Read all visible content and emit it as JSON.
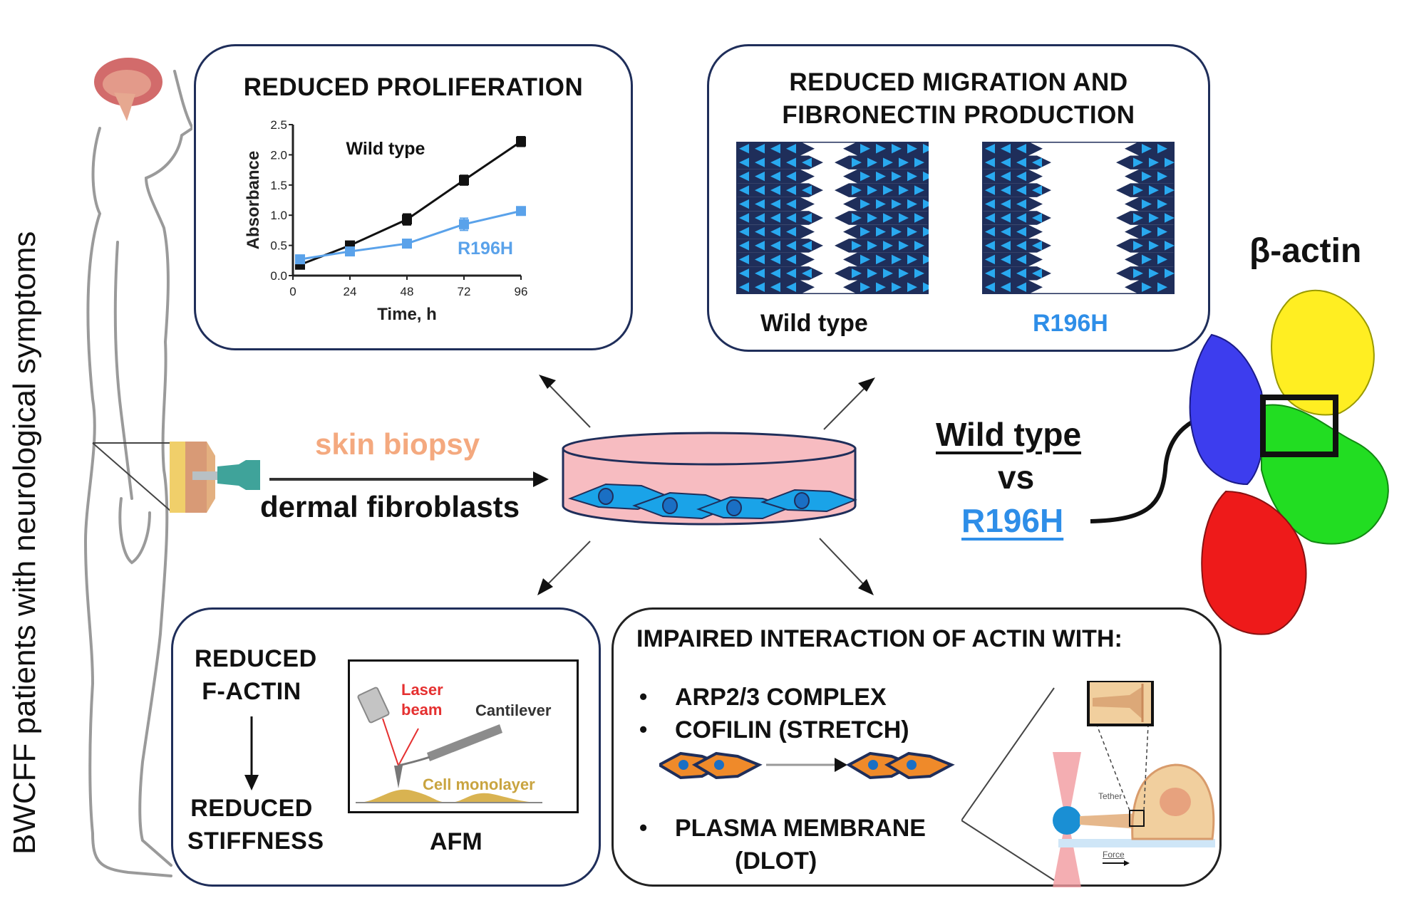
{
  "side_label": "BWCFF patients with neurological symptoms",
  "biopsy": {
    "top_label": "skin biopsy",
    "bottom_label": "dermal fibroblasts",
    "top_color": "#f4a97f"
  },
  "proliferation": {
    "title": "REDUCED PROLIFERATION"
  },
  "migration": {
    "title_line1": "REDUCED MIGRATION AND",
    "title_line2": "FIBRONECTIN PRODUCTION",
    "labels": [
      "Wild type",
      "R196H"
    ]
  },
  "comparison": {
    "wild_type": "Wild type",
    "vs": "vs",
    "mutant": "R196H",
    "mutant_color": "#2e8ee8"
  },
  "structure": {
    "title": "β-actin",
    "domain_colors": [
      "#ffee22",
      "#3d3dee",
      "#22dd22",
      "#ee1a1a"
    ]
  },
  "stiffness": {
    "top_line1": "REDUCED",
    "top_line2": "F-ACTIN",
    "bottom_line1": "REDUCED",
    "bottom_line2": "STIFFNESS",
    "afm_caption": "AFM",
    "laser_line1": "Laser",
    "laser_line2": "beam",
    "cantilever": "Cantilever",
    "monolayer": "Cell monolayer"
  },
  "interaction": {
    "title": "IMPAIRED INTERACTION OF ACTIN WITH:",
    "items": [
      "ARP2/3 COMPLEX",
      "COFILIN (STRETCH)",
      "PLASMA MEMBRANE"
    ],
    "item3_sub": "(DLOT)",
    "bullet": "•",
    "tether_label": "Tether",
    "force_label": "Force"
  },
  "chart_data": {
    "type": "line",
    "title": "REDUCED PROLIFERATION",
    "xlabel": "Time, h",
    "ylabel": "Absorbance",
    "xlim": [
      0,
      96
    ],
    "ylim": [
      0,
      2.5
    ],
    "xticks": [
      0,
      24,
      48,
      72,
      96
    ],
    "xtick_labels": [
      "0",
      "24",
      "48",
      "72",
      "96"
    ],
    "yticks": [
      0,
      0.5,
      1.0,
      1.5,
      2.0,
      2.5
    ],
    "ytick_labels": [
      "0.0",
      "0.5",
      "1.0",
      "1.5",
      "2.0",
      "2.5"
    ],
    "grid": false,
    "legend": "inline-labels",
    "series": [
      {
        "name": "Wild type",
        "color": "#111111",
        "x": [
          3,
          24,
          48,
          72,
          96
        ],
        "y": [
          0.18,
          0.5,
          0.93,
          1.58,
          2.22
        ],
        "err": [
          0.04,
          0.04,
          0.09,
          0.08,
          0.08
        ]
      },
      {
        "name": "R196H",
        "color": "#5aa2ea",
        "x": [
          3,
          24,
          48,
          72,
          96
        ],
        "y": [
          0.27,
          0.4,
          0.53,
          0.85,
          1.07
        ],
        "err": [
          0.06,
          0.04,
          0.03,
          0.1,
          0.06
        ]
      }
    ]
  }
}
